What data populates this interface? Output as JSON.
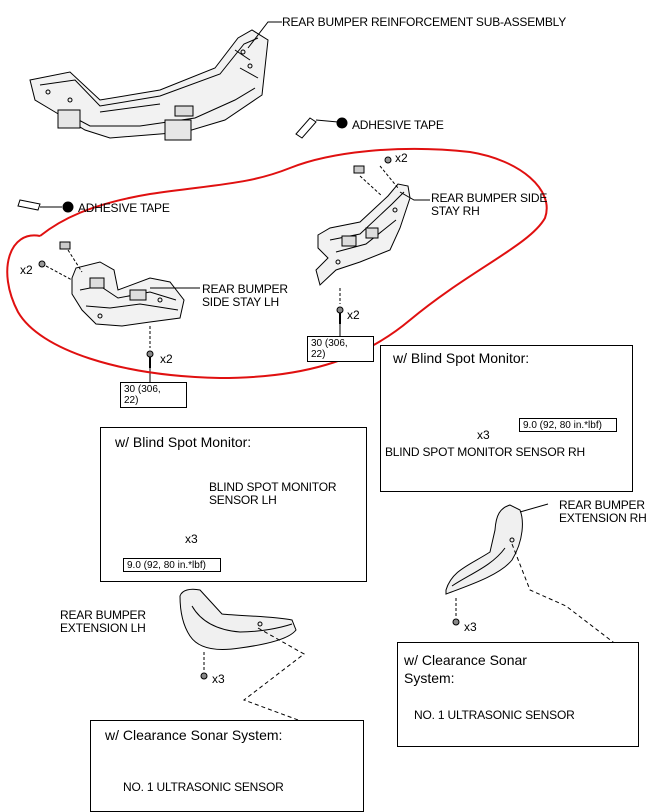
{
  "parts": {
    "reinforcement": "REAR BUMPER REINFORCEMENT SUB-ASSEMBLY",
    "adhesive_tape_right": "ADHESIVE TAPE",
    "adhesive_tape_left": "ADHESIVE TAPE",
    "side_stay_rh_line1": "REAR BUMPER SIDE",
    "side_stay_rh_line2": "STAY RH",
    "side_stay_lh_line1": "REAR BUMPER",
    "side_stay_lh_line2": "SIDE STAY LH",
    "bsm_sensor_rh": "BLIND SPOT MONITOR SENSOR RH",
    "bsm_sensor_lh_line1": "BLIND SPOT MONITOR",
    "bsm_sensor_lh_line2": "SENSOR LH",
    "extension_rh_line1": "REAR BUMPER",
    "extension_rh_line2": "EXTENSION RH",
    "extension_lh_line1": "REAR BUMPER",
    "extension_lh_line2": "EXTENSION LH",
    "ultrasonic_right": "NO. 1 ULTRASONIC SENSOR",
    "ultrasonic_left": "NO. 1 ULTRASONIC SENSOR"
  },
  "boxes": {
    "bsm_right_title": "w/ Blind Spot Monitor:",
    "bsm_left_title": "w/ Blind Spot Monitor:",
    "sonar_right_title_line1": "w/ Clearance Sonar",
    "sonar_right_title_line2": "System:",
    "sonar_left_title": "w/ Clearance Sonar System:"
  },
  "quantities": {
    "rh_top_clip": "x2",
    "lh_clip": "x2",
    "rh_bolt": "x2",
    "lh_bolt": "x2",
    "bsm_rh_nut": "x3",
    "bsm_lh_nut": "x3",
    "ext_rh_screw": "x3",
    "ext_lh_screw": "x3"
  },
  "torques": {
    "rh_stay_line1": "30 (306,",
    "rh_stay_line2": "22)",
    "lh_stay_line1": "30 (306,",
    "lh_stay_line2": "22)",
    "bsm_rh": "9.0 (92, 80 in.*lbf)",
    "bsm_lh": "9.0 (92, 80 in.*lbf)"
  },
  "colors": {
    "annotation": "#e01010",
    "ink": "#000000",
    "part_fill": "#f2f2f2"
  }
}
